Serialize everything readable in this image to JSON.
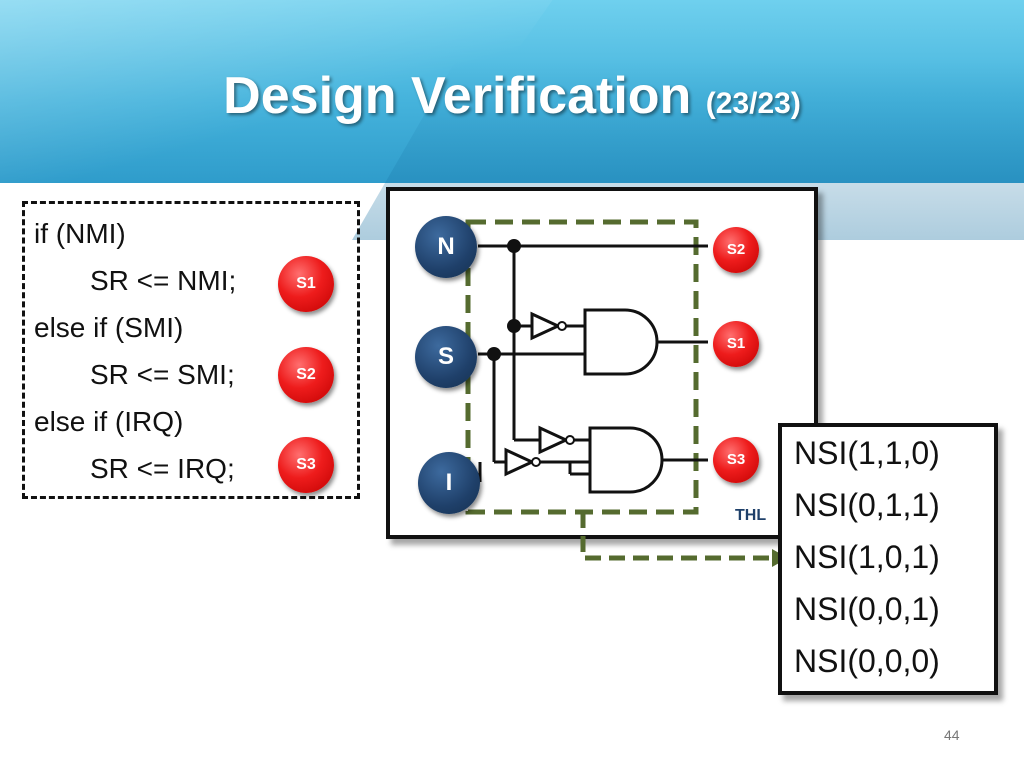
{
  "slide": {
    "title": "Design Verification",
    "title_sub": "(23/23)",
    "page_number": "44"
  },
  "code": {
    "lines": [
      "if (NMI)",
      "SR <= NMI;",
      "else if (SMI)",
      "SR <= SMI;",
      "else if (IRQ)",
      "SR <= IRQ;"
    ],
    "badges": [
      "S1",
      "S2",
      "S3"
    ]
  },
  "circuit": {
    "inputs": [
      "N",
      "S",
      "I"
    ],
    "outputs": [
      "S2",
      "S1",
      "S3"
    ],
    "label": "THL",
    "colors": {
      "input_port": "#1f406a",
      "output_badge": "#e81c1c",
      "highlight": "#556b2f"
    }
  },
  "nsi": {
    "items": [
      "NSI(1,1,0)",
      "NSI(0,1,1)",
      "NSI(1,0,1)",
      "NSI(0,0,1)",
      "NSI(0,0,0)"
    ]
  }
}
